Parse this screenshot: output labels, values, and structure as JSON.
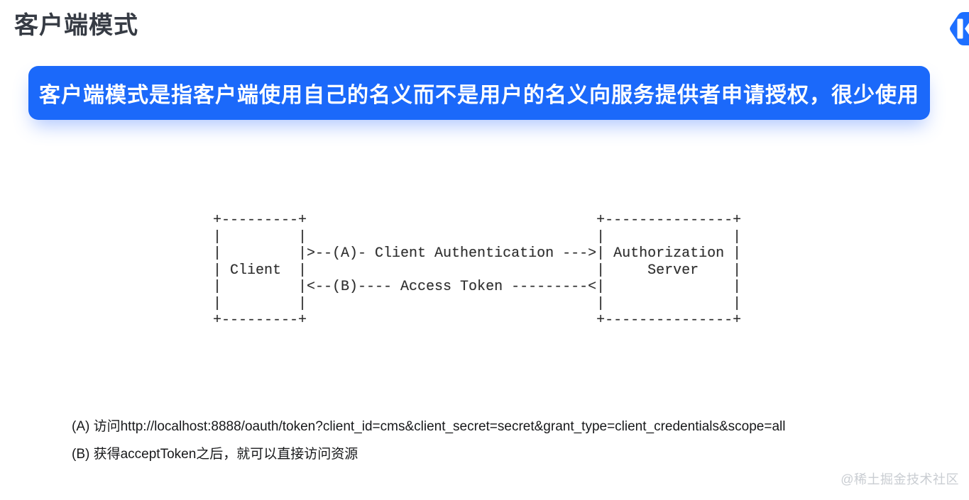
{
  "slide": {
    "title": "客户端模式",
    "banner": {
      "text": "客户端模式是指客户端使用自己的名义而不是用户的名义向服务提供者申请授权，很少使用",
      "bg_color": "#1b69fa",
      "text_color": "#ffffff"
    },
    "diagram": {
      "type": "ascii-flow",
      "ascii_art": "+---------+                                  +---------------+\n|         |                                  |               |\n|         |>--(A)- Client Authentication --->| Authorization |\n| Client  |                                  |     Server    |\n|         |<--(B)---- Access Token ---------<|               |\n|         |                                  |               |\n+---------+                                  +---------------+",
      "entities": [
        "Client",
        "Authorization Server"
      ],
      "steps": [
        {
          "label": "(A)",
          "description": "Client Authentication",
          "from": "Client",
          "to": "Authorization Server"
        },
        {
          "label": "(B)",
          "description": "Access Token",
          "from": "Authorization Server",
          "to": "Client"
        }
      ]
    },
    "notes": [
      {
        "id": "A",
        "text": "(A) 访问http://localhost:8888/oauth/token?client_id=cms&client_secret=secret&grant_type=client_credentials&scope=all"
      },
      {
        "id": "B",
        "text": "(B) 获得acceptToken之后，就可以直接访问资源"
      }
    ],
    "watermark": "@稀土掘金技术社区",
    "logo": {
      "name": "juejin-logo",
      "color": "#1e6fff"
    }
  }
}
